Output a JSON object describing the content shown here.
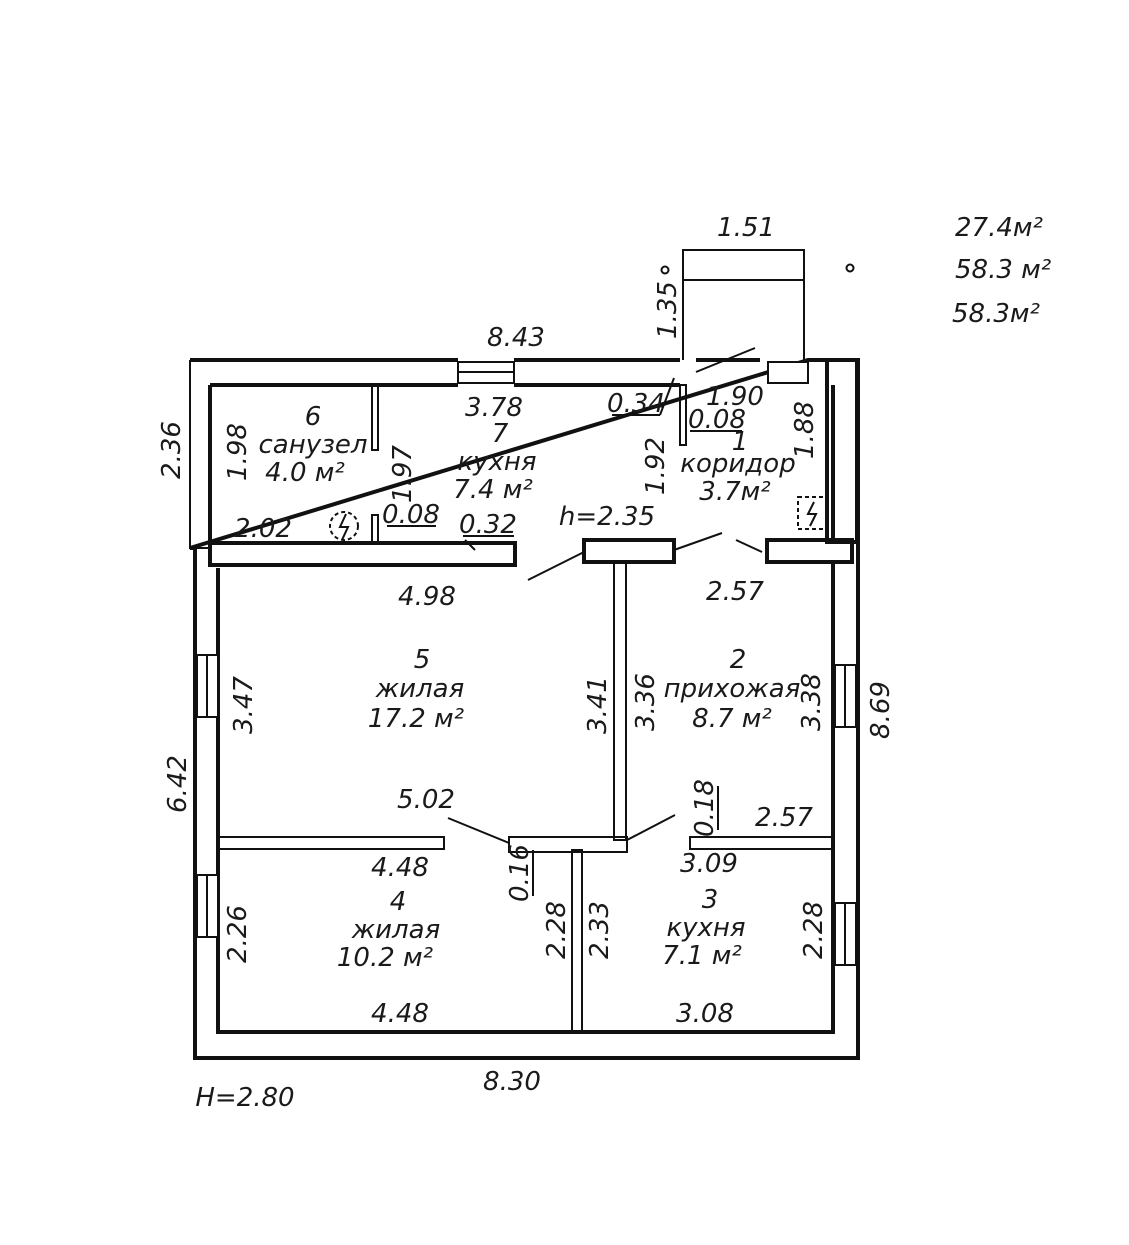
{
  "totals": [
    "27.4м²",
    "58.3 м²",
    "58.3м²"
  ],
  "ceiling": {
    "main": "H=2.80",
    "secondary": "h=2.35"
  },
  "rooms": [
    {
      "num": "1",
      "name": "коридор",
      "area": "3.7м²"
    },
    {
      "num": "2",
      "name": "прихожая",
      "area": "8.7 м²"
    },
    {
      "num": "3",
      "name": "кухня",
      "area": "7.1 м²"
    },
    {
      "num": "4",
      "name": "жилая",
      "area": "10.2 м²"
    },
    {
      "num": "5",
      "name": "жилая",
      "area": "17.2 м²"
    },
    {
      "num": "6",
      "name": "санузел",
      "area": "4.0 м²"
    },
    {
      "num": "7",
      "name": "кухня",
      "area": "7.4 м²"
    }
  ],
  "dimensions": {
    "porch_width": "1.51",
    "porch_depth": "1.35",
    "top_wall": "8.43",
    "left_upper": "2.36",
    "left_lower": "6.42",
    "bottom_wall": "8.30",
    "right_wall": "8.69",
    "bath_height": "1.98",
    "bath_width": "2.02",
    "kitchen7_width": "3.78",
    "kitchen7_height": "1.97",
    "wall_008a": "0.08",
    "wall_032": "0.32",
    "wall_034": "0.34",
    "corridor_width": "1.90",
    "wall_008b": "0.08",
    "corridor_height_left": "1.92",
    "corridor_height_right": "1.88",
    "room5_top": "4.98",
    "room5_left": "3.47",
    "room5_right": "3.41",
    "room5_bottom": "5.02",
    "room2_top": "2.57",
    "room2_left": "3.36",
    "room2_right": "3.38",
    "wall_018": "0.18",
    "room2_bottom": "2.57",
    "room4_top": "4.48",
    "wall_016": "0.16",
    "room4_left": "2.26",
    "room4_right": "2.28",
    "room4_bottom": "4.48",
    "room3_top": "3.09",
    "room3_left": "2.33",
    "room3_right": "2.28",
    "room3_bottom": "3.08"
  }
}
